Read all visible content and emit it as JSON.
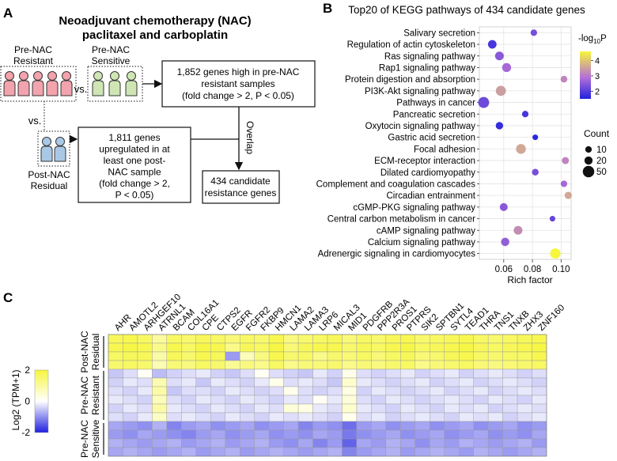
{
  "panel_a": {
    "letter": "A",
    "title_line1": "Neoadjuvant chemotherapy (NAC)",
    "title_line2": "paclitaxel and carboplatin",
    "resistant_line1": "Pre-NAC",
    "resistant_line2": "Resistant",
    "sensitive_line1": "Pre-NAC",
    "sensitive_line2": "Sensitive",
    "vs_top": "vs.",
    "vs_left": "vs.",
    "residual_line1": "Post-NAC",
    "residual_line2": "Residual",
    "box1_lines": [
      "1,852 genes high in pre-NAC",
      "resistant samples",
      "(fold change > 2, P < 0.05)"
    ],
    "box2_lines": [
      "1,811 genes",
      "upregulated in at",
      "least one post-",
      "NAC sample",
      "(fold change > 2,",
      "P < 0.05)"
    ],
    "box3_lines": [
      "434 candidate",
      "resistance genes"
    ],
    "overlap_label": "Overlap",
    "colors": {
      "resistant": "#f2a3ad",
      "sensitive": "#cfe6b4",
      "residual": "#a9c8e6"
    }
  },
  "panel_b": {
    "letter": "B",
    "chart_data": {
      "type": "scatter",
      "title": "Top20 of KEGG pathways of 434 candidate genes",
      "xlabel": "Rich factor",
      "xticks": [
        0.06,
        0.08,
        0.1
      ],
      "xlim": [
        0.043,
        0.107
      ],
      "grid": true,
      "colorbar": {
        "title": "-log10P",
        "title_base": "-log",
        "title_sub": "10",
        "title_tail": "P",
        "ticks": [
          2,
          3,
          4
        ],
        "range": [
          1.5,
          4.6
        ],
        "colors": [
          "#2222dd",
          "#b46fd6",
          "#f6f63c"
        ]
      },
      "size_legend": {
        "title": "Count",
        "values": [
          10,
          20,
          50
        ]
      },
      "points": [
        {
          "pathway": "Salivary secretion",
          "rich_factor": 0.081,
          "count": 10,
          "neg_log10_p": 2.4
        },
        {
          "pathway": "Regulation of actin cytoskeleton",
          "rich_factor": 0.052,
          "count": 23,
          "neg_log10_p": 1.9
        },
        {
          "pathway": "Ras signaling pathway",
          "rich_factor": 0.057,
          "count": 24,
          "neg_log10_p": 2.6
        },
        {
          "pathway": "Rap1 signaling pathway",
          "rich_factor": 0.062,
          "count": 26,
          "neg_log10_p": 2.9
        },
        {
          "pathway": "Protein digestion and absorption",
          "rich_factor": 0.102,
          "count": 11,
          "neg_log10_p": 3.3
        },
        {
          "pathway": "PI3K-Akt signaling pathway",
          "rich_factor": 0.058,
          "count": 36,
          "neg_log10_p": 3.6
        },
        {
          "pathway": "Pathways in cancer",
          "rich_factor": 0.046,
          "count": 45,
          "neg_log10_p": 2.3
        },
        {
          "pathway": "Pancreatic secretion",
          "rich_factor": 0.075,
          "count": 10,
          "neg_log10_p": 1.9
        },
        {
          "pathway": "Oxytocin signaling pathway",
          "rich_factor": 0.057,
          "count": 15,
          "neg_log10_p": 1.7
        },
        {
          "pathway": "Gastric acid secretion",
          "rich_factor": 0.082,
          "count": 6,
          "neg_log10_p": 1.6
        },
        {
          "pathway": "Focal adhesion",
          "rich_factor": 0.072,
          "count": 33,
          "neg_log10_p": 3.7
        },
        {
          "pathway": "ECM-receptor interaction",
          "rich_factor": 0.103,
          "count": 13,
          "neg_log10_p": 3.3
        },
        {
          "pathway": "Dilated cardiomyopathy",
          "rich_factor": 0.082,
          "count": 11,
          "neg_log10_p": 2.4
        },
        {
          "pathway": "Complement and coagulation cascades",
          "rich_factor": 0.102,
          "count": 10,
          "neg_log10_p": 2.9
        },
        {
          "pathway": "Circadian entrainment",
          "rich_factor": 0.105,
          "count": 14,
          "neg_log10_p": 3.7
        },
        {
          "pathway": "cGMP-PKG signaling pathway",
          "rich_factor": 0.06,
          "count": 18,
          "neg_log10_p": 2.6
        },
        {
          "pathway": "Central carbon metabolism in cancer",
          "rich_factor": 0.094,
          "count": 6,
          "neg_log10_p": 2.2
        },
        {
          "pathway": "cAMP signaling pathway",
          "rich_factor": 0.07,
          "count": 24,
          "neg_log10_p": 3.4
        },
        {
          "pathway": "Calcium signaling pathway",
          "rich_factor": 0.061,
          "count": 21,
          "neg_log10_p": 2.7
        },
        {
          "pathway": "Adrenergic signaling in cardiomyocytes",
          "rich_factor": 0.096,
          "count": 38,
          "neg_log10_p": 4.6
        }
      ]
    }
  },
  "panel_c": {
    "letter": "C",
    "chart_data": {
      "type": "heatmap",
      "ylabel": "Log2 (TPM+1)",
      "color_range": [
        -2,
        2
      ],
      "colorbar_ticks": [
        2,
        0,
        -2
      ],
      "colors": {
        "low": "#2020e0",
        "mid": "#ffffff",
        "high": "#f6f63c"
      },
      "genes": [
        "AHR",
        "AMOTL2",
        "ARHGEF10",
        "ATRNL1",
        "BCAM",
        "COL16A1",
        "CPE",
        "CTPS2",
        "EGFR",
        "FGFR2",
        "FKBP9",
        "HMCN1",
        "LAMA2",
        "LAMA3",
        "LRP6",
        "MICAL3",
        "MID1",
        "PDGFRB",
        "PPP2R3A",
        "PROS1",
        "PTPRS",
        "SIK2",
        "SPTBN1",
        "SYTL4",
        "TEAD1",
        "THRA",
        "TNS1",
        "TNXB",
        "ZHX3",
        "ZNF160"
      ],
      "groups": [
        {
          "line1": "Post-NAC",
          "line2": "Residual",
          "rows": 4
        },
        {
          "line1": "Pre-NAC",
          "line2": "Resistant",
          "rows": 6
        },
        {
          "line1": "Pre-NAC",
          "line2": "Sensitive",
          "rows": 4
        }
      ],
      "matrix": [
        [
          1.7,
          1.8,
          1.6,
          1.0,
          1.6,
          1.5,
          1.7,
          1.6,
          1.4,
          1.6,
          1.5,
          1.8,
          1.3,
          1.5,
          1.6,
          1.7,
          1.4,
          1.6,
          1.5,
          1.7,
          1.8,
          1.5,
          1.6,
          1.7,
          1.8,
          1.6,
          1.5,
          1.6,
          1.7,
          1.8
        ],
        [
          1.8,
          1.9,
          1.8,
          1.2,
          1.8,
          1.6,
          1.9,
          1.8,
          1.2,
          1.7,
          1.6,
          1.9,
          1.4,
          1.7,
          1.8,
          1.8,
          1.5,
          1.7,
          1.6,
          1.8,
          1.9,
          1.6,
          1.7,
          1.8,
          1.9,
          1.7,
          1.6,
          1.7,
          1.8,
          1.9
        ],
        [
          1.6,
          1.7,
          1.7,
          0.9,
          1.7,
          1.5,
          1.8,
          1.7,
          -0.9,
          0.7,
          1.3,
          1.8,
          1.5,
          1.6,
          1.2,
          1.5,
          1.4,
          1.6,
          1.4,
          1.6,
          1.7,
          1.4,
          1.5,
          1.7,
          1.8,
          1.6,
          1.5,
          1.6,
          1.6,
          1.8
        ],
        [
          1.5,
          1.6,
          1.5,
          0.8,
          1.4,
          1.3,
          1.6,
          1.5,
          1.1,
          1.3,
          1.2,
          1.6,
          1.2,
          1.4,
          1.4,
          1.5,
          1.2,
          1.4,
          1.3,
          1.5,
          1.6,
          1.2,
          1.4,
          1.5,
          1.6,
          1.4,
          1.3,
          1.4,
          1.5,
          1.6
        ],
        [
          -0.5,
          -0.3,
          0.1,
          -0.6,
          -0.4,
          -0.3,
          -0.2,
          -0.4,
          -0.5,
          -0.3,
          0.1,
          -0.3,
          -0.4,
          -0.5,
          -0.2,
          -0.4,
          0.2,
          -0.3,
          -0.4,
          -0.3,
          -0.2,
          -0.4,
          -0.3,
          -0.2,
          -0.4,
          -0.3,
          -0.2,
          -0.3,
          -0.4,
          -0.3
        ],
        [
          -0.4,
          -0.2,
          -0.3,
          0.8,
          -0.3,
          -0.2,
          -0.5,
          -0.2,
          -0.3,
          -0.4,
          -0.2,
          0.2,
          -0.3,
          -0.2,
          -0.3,
          -0.5,
          0.5,
          -0.2,
          -0.3,
          -0.4,
          -0.3,
          -0.2,
          -0.4,
          -0.3,
          -0.2,
          -0.4,
          -0.3,
          -0.2,
          -0.3,
          -0.4
        ],
        [
          -0.3,
          -0.4,
          -0.2,
          0.9,
          -0.5,
          -0.3,
          -0.3,
          -0.4,
          -0.2,
          -0.3,
          -0.4,
          -0.3,
          0.2,
          -0.3,
          -0.4,
          -0.3,
          0.3,
          -0.4,
          -0.2,
          -0.3,
          -0.4,
          -0.3,
          -0.2,
          -0.4,
          -0.3,
          -0.2,
          -0.4,
          -0.3,
          -0.2,
          -0.3
        ],
        [
          -0.2,
          -0.3,
          -0.4,
          0.7,
          -0.3,
          -0.4,
          -0.2,
          -0.3,
          -0.4,
          -0.2,
          -0.3,
          -0.4,
          -0.2,
          -0.3,
          0.1,
          -0.2,
          0.4,
          -0.3,
          -0.4,
          -0.2,
          -0.3,
          -0.4,
          -0.3,
          -0.2,
          -0.3,
          -0.4,
          -0.2,
          -0.3,
          -0.4,
          -0.2
        ],
        [
          -0.4,
          -0.2,
          -0.3,
          0.9,
          -0.2,
          -0.3,
          -0.4,
          -0.2,
          -0.3,
          -0.4,
          -0.2,
          -0.3,
          0.4,
          0.3,
          -0.2,
          -0.3,
          0.5,
          -0.2,
          -0.3,
          -0.4,
          -0.2,
          -0.3,
          -0.4,
          -0.2,
          -0.3,
          -0.2,
          -0.4,
          -0.3,
          -0.2,
          -0.3
        ],
        [
          -0.3,
          -0.4,
          -0.2,
          0.6,
          -0.3,
          -0.2,
          -0.3,
          -0.4,
          -0.2,
          -0.3,
          -0.4,
          -0.2,
          -0.3,
          -0.2,
          -0.3,
          -0.4,
          0.2,
          -0.3,
          -0.2,
          -0.4,
          -0.3,
          -0.2,
          -0.3,
          -0.4,
          -0.2,
          -0.3,
          -0.2,
          -0.4,
          -0.3,
          -0.2
        ],
        [
          -0.8,
          -0.9,
          -1.0,
          -0.7,
          -1.1,
          -0.9,
          -0.8,
          -1.0,
          -0.9,
          -0.8,
          -1.0,
          -0.9,
          -0.8,
          -1.1,
          -0.9,
          -1.0,
          -1.3,
          -0.9,
          -0.8,
          -1.0,
          -0.9,
          -0.8,
          -1.0,
          -0.9,
          -0.8,
          -1.0,
          -0.9,
          -0.8,
          -1.0,
          -0.9
        ],
        [
          -0.9,
          -1.0,
          -0.8,
          -0.9,
          -1.0,
          -1.1,
          -0.9,
          -0.8,
          -1.0,
          -0.9,
          -0.8,
          -1.0,
          -0.9,
          -1.0,
          -0.8,
          -0.9,
          -1.2,
          -1.0,
          -0.9,
          -0.8,
          -1.0,
          -0.9,
          -0.8,
          -1.0,
          -0.9,
          -0.8,
          -1.0,
          -0.9,
          -1.0,
          -0.8
        ],
        [
          -0.7,
          -0.8,
          -0.9,
          -0.8,
          -0.7,
          -0.9,
          -0.8,
          -0.7,
          -0.9,
          -0.8,
          -0.7,
          -0.9,
          -1.0,
          -0.8,
          -1.1,
          -0.9,
          -1.4,
          -0.8,
          -0.9,
          -0.7,
          -0.8,
          -1.0,
          -0.8,
          -0.9,
          -0.7,
          -0.8,
          -0.9,
          -0.8,
          -0.7,
          -0.9
        ],
        [
          -0.8,
          -0.7,
          -0.8,
          -0.9,
          -0.8,
          -0.7,
          -0.9,
          -0.8,
          -0.7,
          -0.9,
          -0.8,
          -0.7,
          -0.8,
          -0.9,
          -0.8,
          -0.7,
          -1.1,
          -0.9,
          -0.8,
          -0.7,
          -0.9,
          -0.8,
          -0.7,
          -0.8,
          -0.9,
          -0.7,
          -0.8,
          -0.9,
          -0.8,
          -0.7
        ]
      ]
    }
  }
}
